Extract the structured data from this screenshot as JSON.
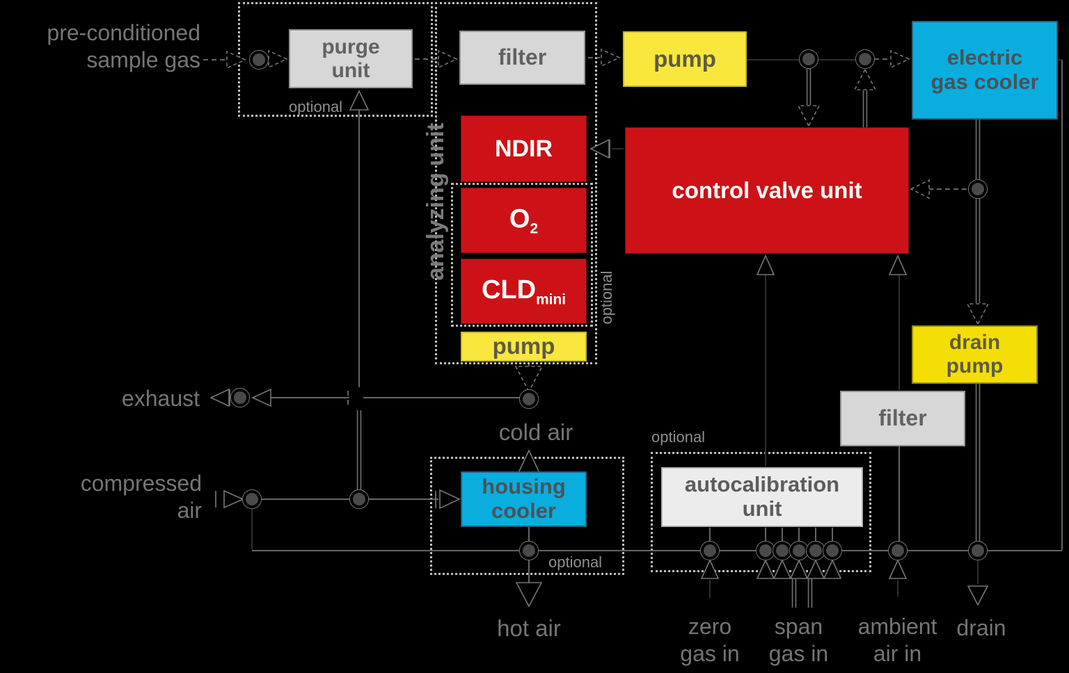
{
  "colors": {
    "background": "#000000",
    "red": "#cc1217",
    "yellow": "#f9e73d",
    "yellow_dark": "#f3df05",
    "blue": "#0aaede",
    "box_gray": "#d7d7d7",
    "box_gray_light": "#ececec",
    "line_gray": "#767676",
    "node_fill": "#4a4a4a",
    "label_gray": "#757575",
    "white": "#ffffff"
  },
  "boxes": {
    "purge_unit": {
      "label": "purge\nunit"
    },
    "filter_top": {
      "label": "filter"
    },
    "pump_top": {
      "label": "pump"
    },
    "electric_gas_cooler": {
      "label": "electric\ngas cooler"
    },
    "ndir": {
      "label": "NDIR"
    },
    "o2": {
      "main": "O",
      "sub": "2"
    },
    "cld": {
      "main": "CLD",
      "sub": "mini"
    },
    "pump_analyzer": {
      "label": "pump"
    },
    "control_valve_unit": {
      "label": "control valve unit"
    },
    "drain_pump": {
      "label": "drain\npump"
    },
    "filter_right": {
      "label": "filter"
    },
    "housing_cooler": {
      "label": "housing\ncooler"
    },
    "autocalibration_unit": {
      "label": "autocalibration\nunit"
    }
  },
  "labels": {
    "pre_conditioned_sample_gas": "pre-conditioned\nsample gas",
    "analyzing_unit": "analyzing unit",
    "optional": "optional",
    "exhaust": "exhaust",
    "cold_air": "cold air",
    "compressed_air": "compressed\nair",
    "hot_air": "hot air",
    "zero_gas_in": "zero\ngas in",
    "span_gas_in": "span\ngas in",
    "ambient_air_in": "ambient\nair in",
    "drain": "drain"
  }
}
